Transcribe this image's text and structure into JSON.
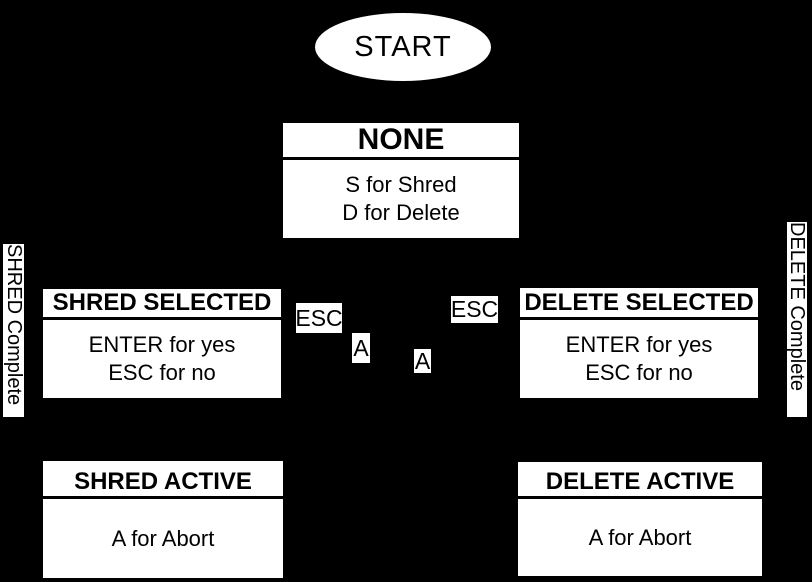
{
  "colors": {
    "background": "#000000",
    "node_fill": "#ffffff",
    "node_text": "#000000"
  },
  "diagram": {
    "start": {
      "label": "START"
    },
    "states": {
      "none": {
        "title": "NONE",
        "line1": "S for Shred",
        "line2": "D for Delete"
      },
      "shred_selected": {
        "title": "SHRED SELECTED",
        "line1": "ENTER for yes",
        "line2": "ESC for no"
      },
      "delete_selected": {
        "title": "DELETE SELECTED",
        "line1": "ENTER for yes",
        "line2": "ESC for no"
      },
      "shred_active": {
        "title": "SHRED ACTIVE",
        "line1": "A for Abort"
      },
      "delete_active": {
        "title": "DELETE ACTIVE",
        "line1": "A for Abort"
      }
    },
    "edge_labels": {
      "esc_left": "ESC",
      "esc_right": "ESC",
      "a_left": "A",
      "a_right": "A"
    },
    "side_labels": {
      "shred_complete": "SHRED Complete",
      "delete_complete": "DELETE Complete"
    }
  }
}
